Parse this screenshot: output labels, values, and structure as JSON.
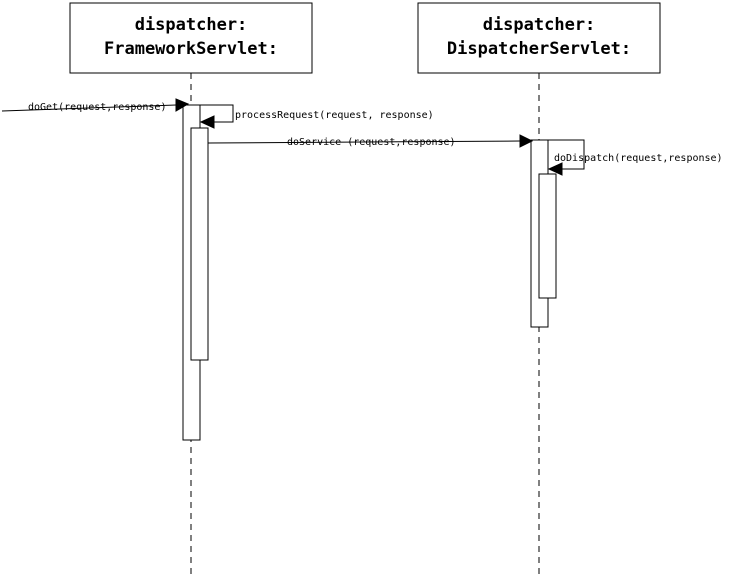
{
  "lifelines": [
    {
      "line1": "dispatcher:",
      "line2": "FrameworkServlet:"
    },
    {
      "line1": "dispatcher:",
      "line2": "DispatcherServlet:"
    }
  ],
  "messages": [
    {
      "label": "doGet(request,response)",
      "from": "external",
      "to": "FrameworkServlet"
    },
    {
      "label": "processRequest(request, response)",
      "from": "FrameworkServlet",
      "to": "FrameworkServlet"
    },
    {
      "label": "doService (request,response)",
      "from": "FrameworkServlet",
      "to": "DispatcherServlet"
    },
    {
      "label": "doDispatch(request,response)",
      "from": "DispatcherServlet",
      "to": "DispatcherServlet"
    }
  ]
}
